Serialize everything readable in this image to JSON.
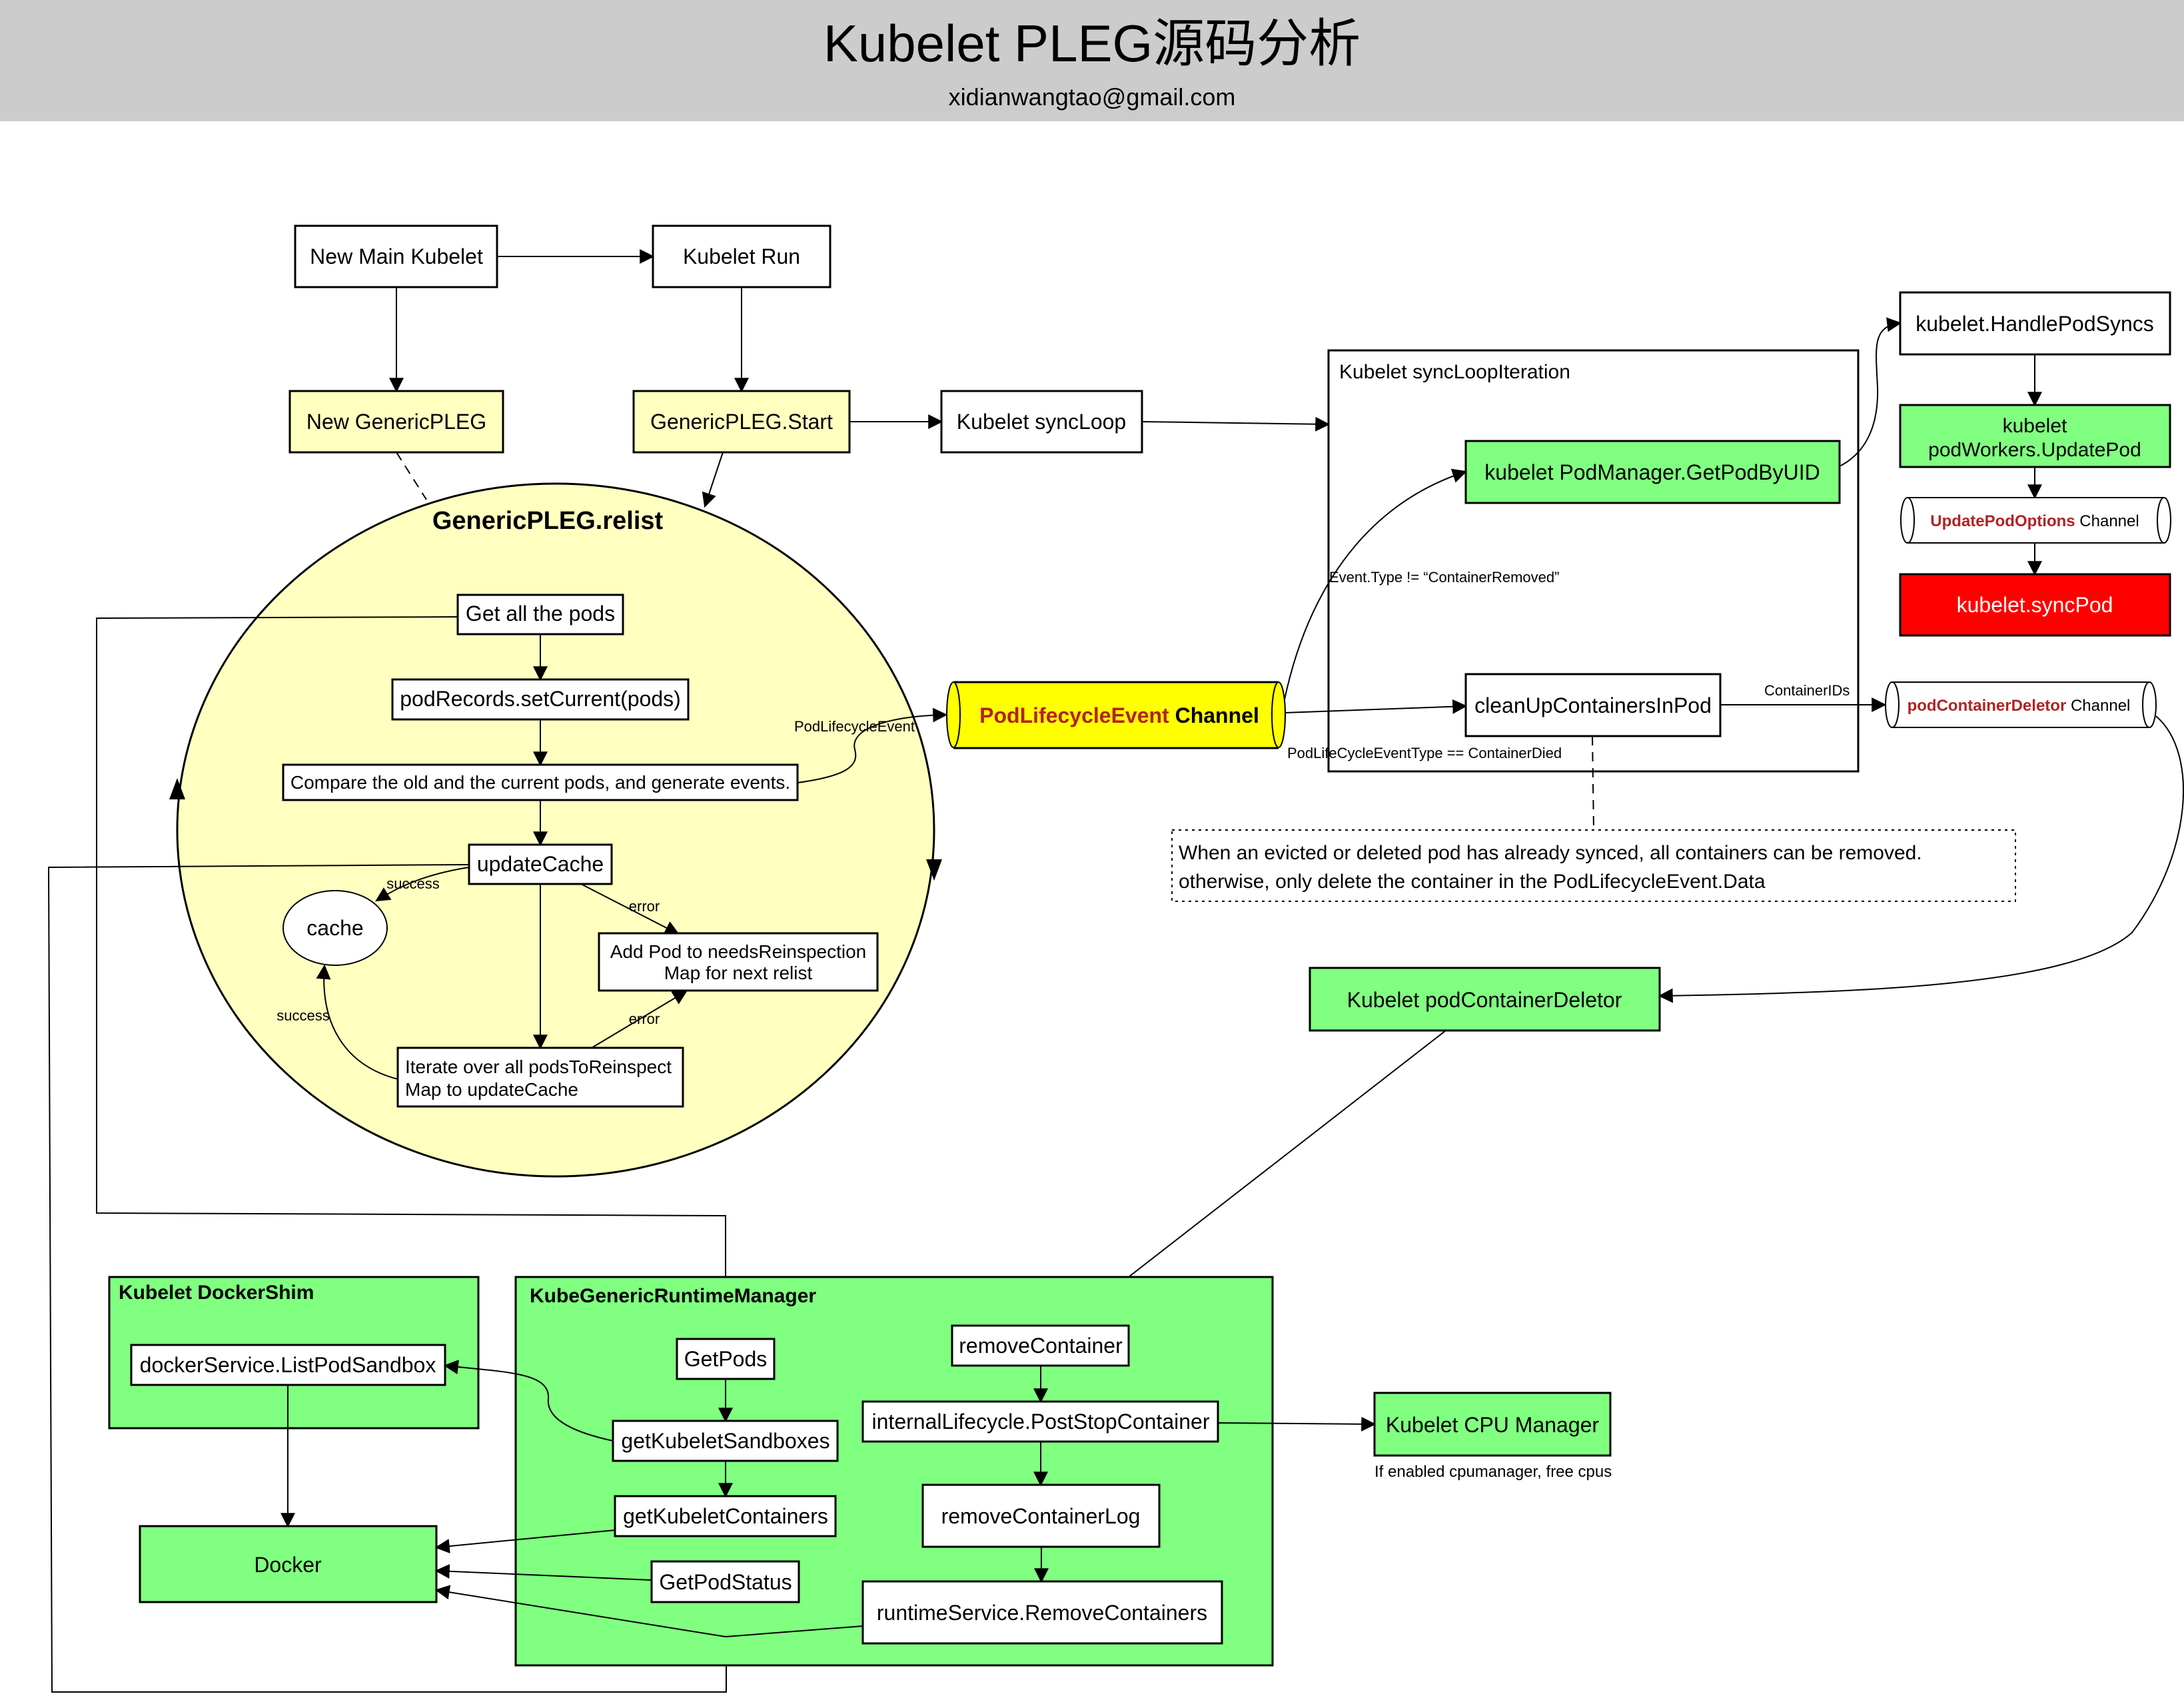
{
  "header": {
    "title": "Kubelet PLEG源码分析",
    "subtitle": "xidianwangtao@gmail.com"
  },
  "colors": {
    "header_bg": "#cccccc",
    "pleg_yellow": "#ffffc0",
    "channel_yellow": "#ffff00",
    "green": "#80ff80",
    "red": "#ff0000",
    "channel_text_red": "#b22222"
  },
  "nodes": {
    "new_main_kubelet": "New Main Kubelet",
    "kubelet_run": "Kubelet Run",
    "new_generic_pleg": "New GenericPLEG",
    "generic_pleg_start": "GenericPLEG.Start",
    "kubelet_sync_loop": "Kubelet syncLoop",
    "relist_title": "GenericPLEG.relist",
    "get_all_pods": "Get all the pods",
    "pod_records_set_current": "podRecords.setCurrent(pods)",
    "compare_pods": "Compare the old and the current pods, and generate events.",
    "update_cache": "updateCache",
    "cache": "cache",
    "add_pod_reinspection_line1": "Add Pod to needsReinspection",
    "add_pod_reinspection_line2": "Map for next relist",
    "iterate_reinspect_line1": "Iterate over all podsToReinspect",
    "iterate_reinspect_line2": "Map to updateCache",
    "ple_channel_red": "PodLifecycleEvent",
    "ple_channel_black": " Channel",
    "sync_loop_iteration": "Kubelet syncLoopIteration",
    "get_pod_by_uid": "kubelet PodManager.GetPodByUID",
    "cleanup_containers": "cleanUpContainersInPod",
    "handle_pod_syncs": "kubelet.HandlePodSyncs",
    "pod_workers_line1": "kubelet",
    "pod_workers_line2": "podWorkers.UpdatePod",
    "update_pod_options_red": "UpdatePodOptions",
    "update_pod_options_black": " Channel",
    "sync_pod": "kubelet.syncPod",
    "pcd_channel_red": "podContainerDeletor",
    "pcd_channel_black": " Channel",
    "note_line1": "When an evicted or deleted pod has already synced, all containers can be removed.",
    "note_line2": "otherwise, only delete the container in the PodLifecycleEvent.Data",
    "pod_container_deletor": "Kubelet podContainerDeletor",
    "docker_shim": "Kubelet DockerShim",
    "list_pod_sandbox": "dockerService.ListPodSandbox",
    "docker": "Docker",
    "kgrm": "KubeGenericRuntimeManager",
    "get_pods": "GetPods",
    "get_kubelet_sandboxes": "getKubeletSandboxes",
    "get_kubelet_containers": "getKubeletContainers",
    "get_pod_status": "GetPodStatus",
    "remove_container": "removeContainer",
    "post_stop_container": "internalLifecycle.PostStopContainer",
    "remove_container_log": "removeContainerLog",
    "remove_containers": "runtimeService.RemoveContainers",
    "cpu_manager": "Kubelet CPU Manager",
    "cpu_manager_note": "If enabled cpumanager, free cpus"
  },
  "edge_labels": {
    "pod_lifecycle_event": "PodLifecycleEvent",
    "success_1": "success",
    "success_2": "success",
    "error_1": "error",
    "error_2": "error",
    "event_type_not_removed": "Event.Type != “ContainerRemoved”",
    "container_died": "PodLifeCycleEventType == ContainerDied",
    "container_ids": "ContainerIDs"
  }
}
